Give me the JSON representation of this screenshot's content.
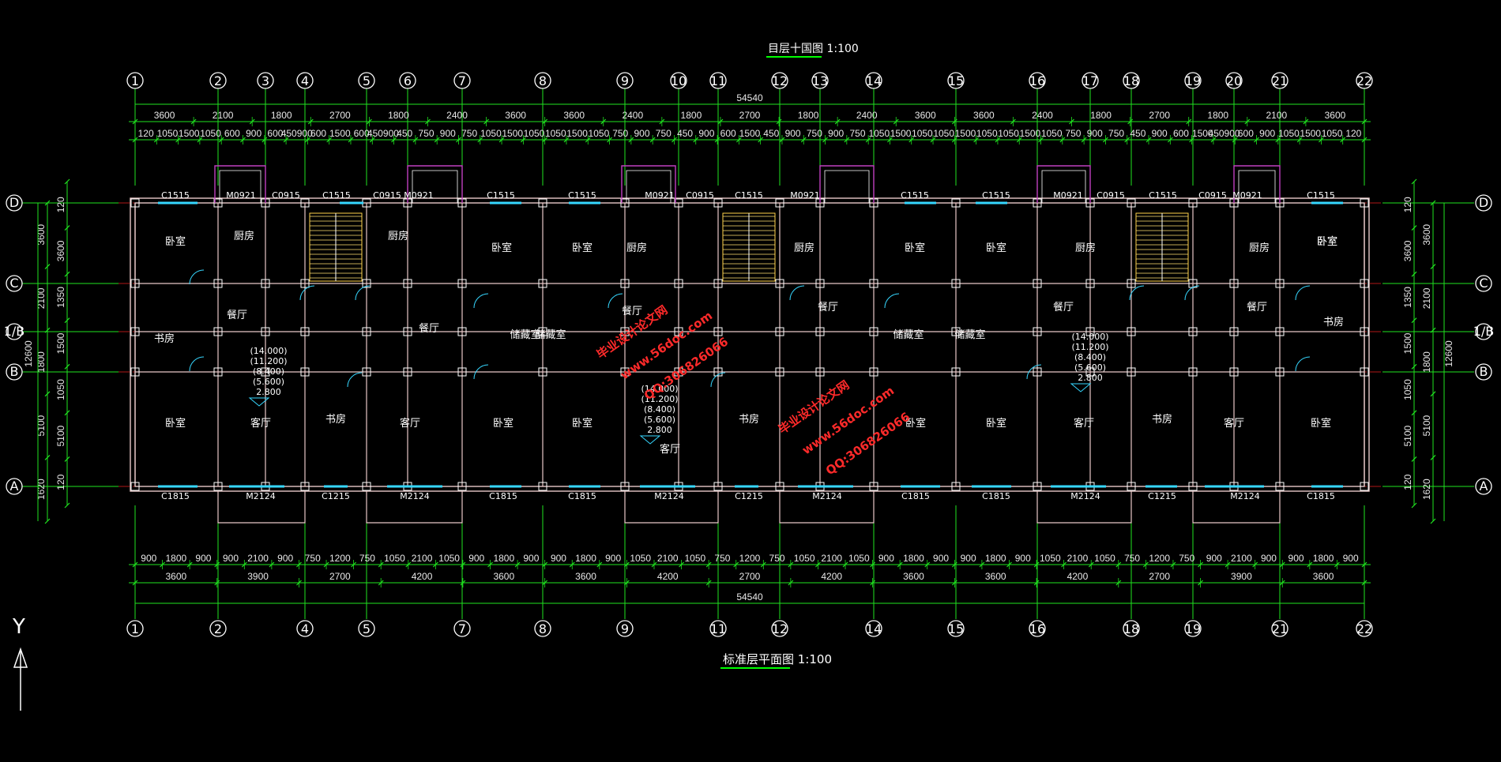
{
  "title_top": "目层十国图 1:100",
  "title_bottom": "标准层平面图 1:100",
  "axes_top": [
    "1",
    "2",
    "3",
    "4",
    "5",
    "6",
    "7",
    "8",
    "9",
    "10",
    "11",
    "12",
    "13",
    "14",
    "15",
    "16",
    "17",
    "18",
    "19",
    "20",
    "21",
    "22"
  ],
  "axes_bottom": [
    "1",
    "2",
    "4",
    "5",
    "7",
    "8",
    "9",
    "11",
    "12",
    "14",
    "15",
    "16",
    "18",
    "19",
    "21",
    "22"
  ],
  "axes_left": [
    "D",
    "C",
    "1/B",
    "B",
    "A"
  ],
  "total_top": "54540",
  "total_bottom": "54540",
  "top_row1": [
    "3600",
    "2100",
    "1800",
    "2700",
    "1800",
    "2400",
    "3600",
    "3600",
    "2400",
    "1800",
    "2700",
    "1800",
    "2400",
    "3600",
    "3600",
    "2400",
    "1800",
    "2700",
    "1800",
    "2100",
    "3600"
  ],
  "top_row2": [
    "120",
    "1050",
    "1500",
    "1050",
    "600",
    "900",
    "600",
    "450900",
    "600",
    "1500",
    "600",
    "450900",
    "450",
    "750",
    "900",
    "750",
    "1050",
    "1500",
    "1050",
    "1050",
    "1500",
    "1050",
    "750",
    "900",
    "750",
    "450",
    "900",
    "600",
    "1500",
    "450",
    "900",
    "750",
    "900",
    "750",
    "1050",
    "1500",
    "1050",
    "1050",
    "1500",
    "1050",
    "1050",
    "1500",
    "1050",
    "750",
    "900",
    "750",
    "450",
    "900",
    "600",
    "1500",
    "450900",
    "600",
    "900",
    "1050",
    "1500",
    "1050",
    "120"
  ],
  "bottom_row1": [
    "900",
    "1800",
    "900",
    "900",
    "2100",
    "900",
    "750",
    "1200",
    "750",
    "1050",
    "2100",
    "1050",
    "900",
    "1800",
    "900",
    "900",
    "1800",
    "900",
    "1050",
    "2100",
    "1050",
    "750",
    "1200",
    "750",
    "1050",
    "2100",
    "1050",
    "900",
    "1800",
    "900",
    "900",
    "1800",
    "900",
    "1050",
    "2100",
    "1050",
    "750",
    "1200",
    "750",
    "900",
    "2100",
    "900",
    "900",
    "1800",
    "900"
  ],
  "bottom_row2": [
    "3600",
    "3900",
    "2700",
    "4200",
    "3600",
    "3600",
    "4200",
    "2700",
    "4200",
    "3600",
    "3600",
    "4200",
    "2700",
    "3900",
    "3600"
  ],
  "left_dims_outer": [
    "3600",
    "2100",
    "1800",
    "5100",
    "1620"
  ],
  "left_dims_inner": [
    "120",
    "3600",
    "1350",
    "1500",
    "1050",
    "5100",
    "120"
  ],
  "left_total": "12600",
  "right_dims_outer": [
    "3600",
    "2100",
    "1800",
    "5100",
    "1620"
  ],
  "right_dims_inner": [
    "120",
    "3600",
    "1350",
    "1500",
    "1050",
    "5100",
    "120"
  ],
  "right_total": "12600",
  "rooms": [
    "卧室",
    "厨房",
    "卧室",
    "卧室",
    "卧室",
    "卧室",
    "卧室",
    "卧室",
    "书房",
    "餐厅",
    "餐厅",
    "储藏室",
    "储藏室",
    "餐厅",
    "餐厅",
    "储藏室",
    "储藏室",
    "餐厅",
    "餐厅",
    "书房",
    "卧室",
    "客厅",
    "书房",
    "客厅",
    "卧室",
    "卧室",
    "客厅",
    "书房",
    "卧室",
    "卧室",
    "客厅",
    "书房",
    "客厅",
    "卧室",
    "厨房",
    "厨房",
    "厨房",
    "厨房",
    "厨房"
  ],
  "windows_top": [
    "C1515",
    "M0921",
    "C0915",
    "C1515",
    "C0915",
    "M0921",
    "C1515",
    "C1515",
    "M0921",
    "C0915",
    "C1515",
    "M0921",
    "C1515",
    "C1515",
    "M0921",
    "C0915",
    "C1515",
    "C0915",
    "M0921",
    "C1515"
  ],
  "windows_bottom": [
    "C1815",
    "M2124",
    "C1215",
    "M2124",
    "C1815",
    "C1815",
    "M2124",
    "C1215",
    "M2124",
    "C1815",
    "C1815",
    "M2124",
    "C1215",
    "M2124",
    "C1815"
  ],
  "elev_label": [
    "(14.000)",
    "(11.200)",
    "(8.400)",
    "(5.600)",
    "2.800"
  ],
  "watermarks": [
    "毕业设计论文网",
    "www.56doc.com",
    "QQ:306826066"
  ],
  "ucs": "Y"
}
